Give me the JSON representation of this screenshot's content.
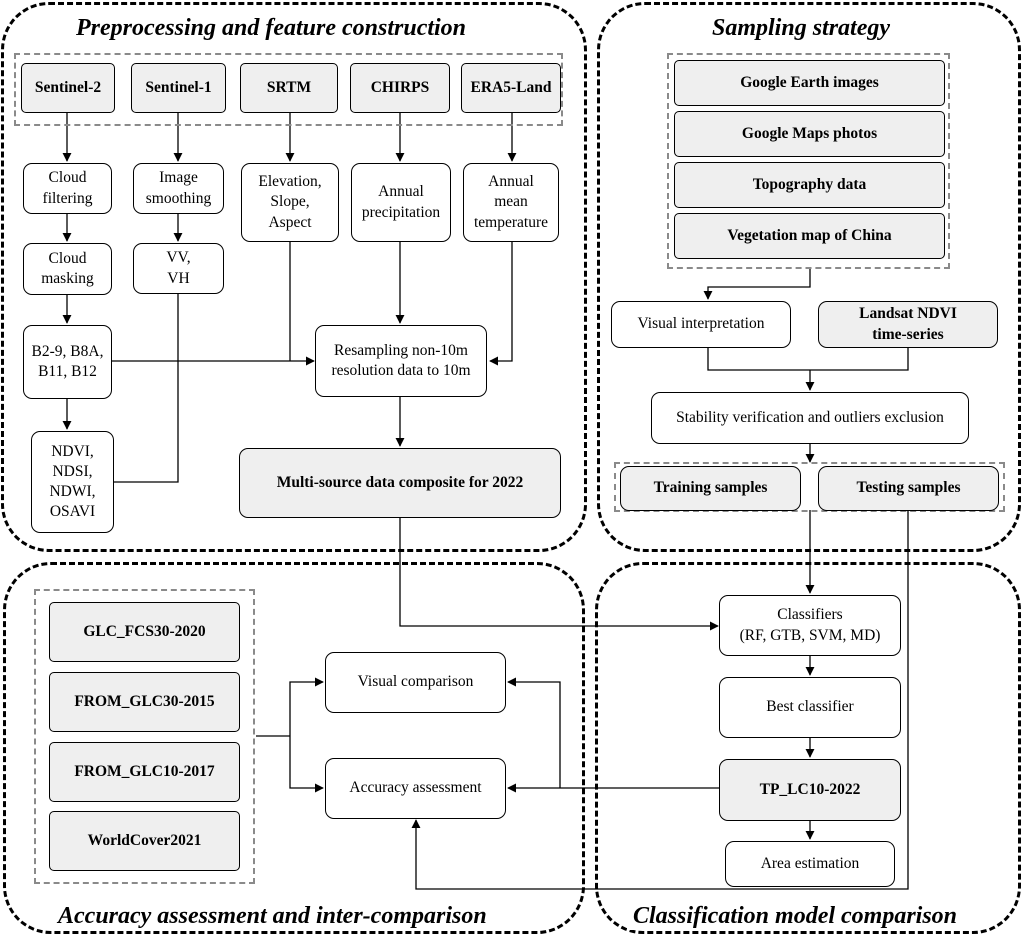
{
  "panels": {
    "preprocessing": "Preprocessing and feature construction",
    "sampling": "Sampling strategy",
    "accuracy": "Accuracy assessment and inter-comparison",
    "classification": "Classification model comparison"
  },
  "sources": {
    "sentinel2": "Sentinel-2",
    "sentinel1": "Sentinel-1",
    "srtm": "SRTM",
    "chirps": "CHIRPS",
    "era5": "ERA5-Land"
  },
  "steps": {
    "cloud_filtering": "Cloud\nfiltering",
    "cloud_masking": "Cloud\nmasking",
    "s2_bands": "B2-9, B8A,\nB11, B12",
    "indices": "NDVI,\nNDSI,\nNDWI,\nOSAVI",
    "image_smoothing": "Image\nsmoothing",
    "vv_vh": "VV,\nVH",
    "terrain": "Elevation,\nSlope,\nAspect",
    "precip": "Annual\nprecipitation",
    "temperature": "Annual\nmean\ntemperature",
    "resampling": "Resampling non-10m\nresolution data to 10m",
    "composite": "Multi-source data composite for 2022"
  },
  "sampling": {
    "google_earth": "Google Earth images",
    "google_maps": "Google Maps photos",
    "topography": "Topography data",
    "vegetation": "Vegetation map of China",
    "visual_interp": "Visual interpretation",
    "landsat": "Landsat NDVI\ntime-series",
    "stability": "Stability verification and outliers exclusion",
    "training": "Training samples",
    "testing": "Testing samples"
  },
  "classification": {
    "classifiers": "Classifiers\n(RF, GTB, SVM, MD)",
    "best": "Best classifier",
    "product": "TP_LC10-2022",
    "area": "Area estimation"
  },
  "accuracy": {
    "products": [
      "GLC_FCS30-2020",
      "FROM_GLC30-2015",
      "FROM_GLC10-2017",
      "WorldCover2021"
    ],
    "visual_comparison": "Visual comparison",
    "accuracy_assessment": "Accuracy assessment"
  }
}
